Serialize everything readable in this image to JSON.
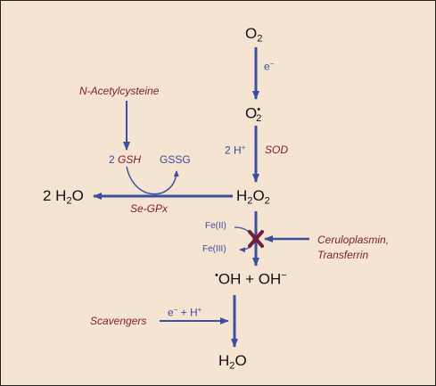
{
  "colors": {
    "background": "#f6e4d2",
    "arrow": "#3a4fa0",
    "enzyme_text": "#7a1c2c",
    "block_x": "#6e1f3c"
  },
  "nodes": {
    "o2": {
      "main": "O",
      "sub": "2"
    },
    "superoxide": {
      "main": "O",
      "sub": "2",
      "sup": "•"
    },
    "h2o2": {
      "a": "H",
      "sub1": "2",
      "b": "O",
      "sub2": "2"
    },
    "two_h2o": {
      "a": "2 H",
      "sub": "2",
      "b": "O"
    },
    "hydroxyl": {
      "dot": "•",
      "text": "OH + OH",
      "minus": "−"
    },
    "h2o": {
      "a": "H",
      "sub": "2",
      "b": "O"
    }
  },
  "labels": {
    "electron": {
      "e": "e",
      "minus": "−"
    },
    "protons": {
      "text": "2 H",
      "plus": "+"
    },
    "sod": "SOD",
    "nac": "N-Acetylcysteine",
    "gsh_prefix": "2 ",
    "gsh": "GSH",
    "gssg": "GSSG",
    "se_gpx": "Se-GPx",
    "fe2": "Fe(II)",
    "fe3": "Fe(III)",
    "ceruloplasmin": "Ceruloplasmin,",
    "transferrin": "Transferrin",
    "scavengers": "Scavengers",
    "reductants": {
      "e": "e",
      "minus": "−",
      "plus_sep": " + ",
      "h": "H",
      "plus": "+"
    }
  }
}
